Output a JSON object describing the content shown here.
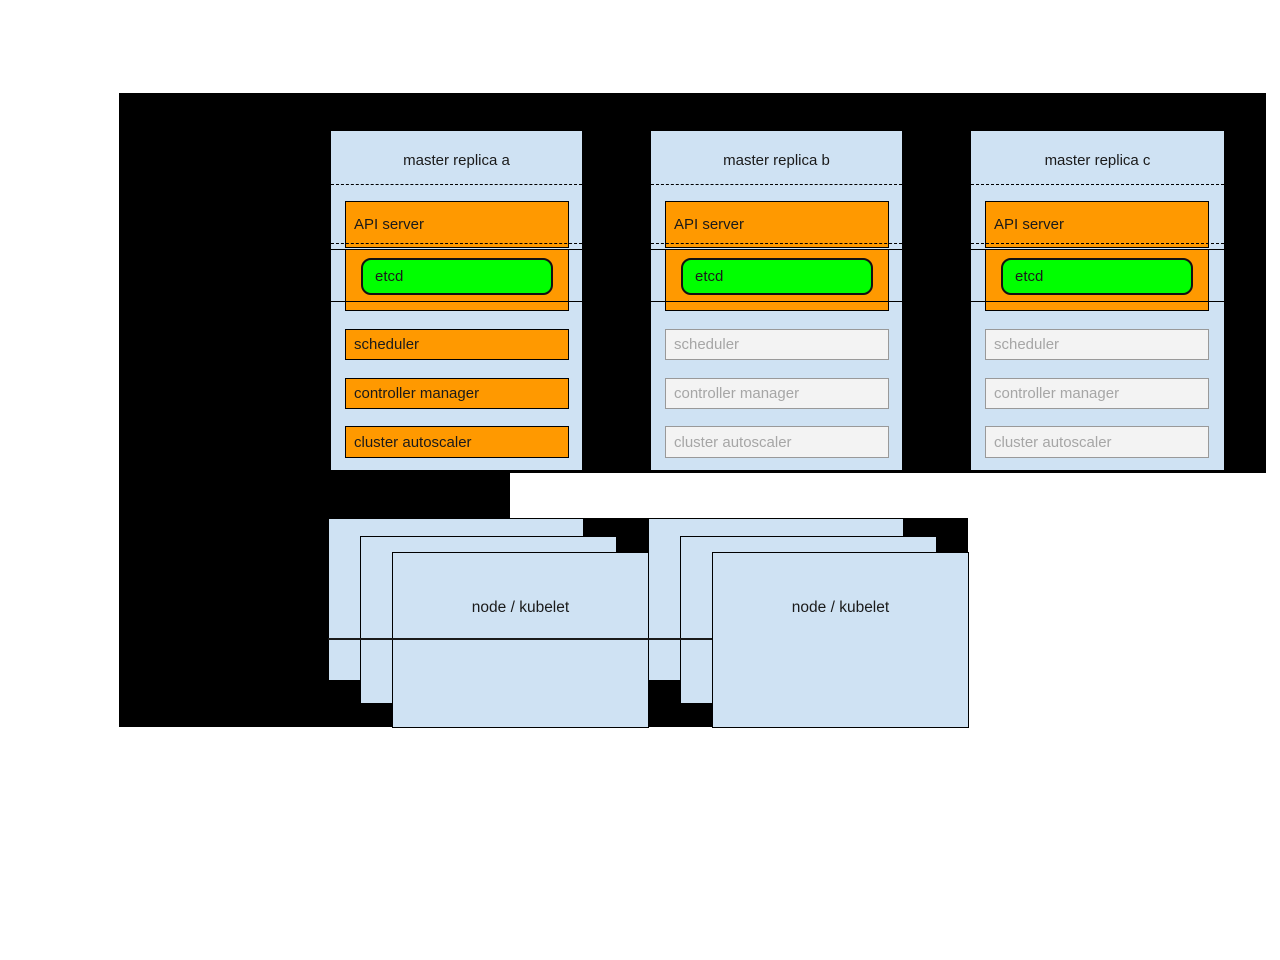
{
  "masters": [
    {
      "title": "master replica a",
      "api_server_label": "API server",
      "etcd_label": "etcd",
      "components": [
        {
          "label": "scheduler",
          "active": true
        },
        {
          "label": "controller manager",
          "active": true
        },
        {
          "label": "cluster autoscaler",
          "active": true
        }
      ]
    },
    {
      "title": "master replica b",
      "api_server_label": "API server",
      "etcd_label": "etcd",
      "components": [
        {
          "label": "scheduler",
          "active": false
        },
        {
          "label": "controller manager",
          "active": false
        },
        {
          "label": "cluster autoscaler",
          "active": false
        }
      ]
    },
    {
      "title": "master replica c",
      "api_server_label": "API server",
      "etcd_label": "etcd",
      "components": [
        {
          "label": "scheduler",
          "active": false
        },
        {
          "label": "controller manager",
          "active": false
        },
        {
          "label": "cluster autoscaler",
          "active": false
        }
      ]
    }
  ],
  "nodes": [
    {
      "label": "node / kubelet"
    },
    {
      "label": "node / kubelet"
    }
  ],
  "colors": {
    "active_component": "#ff9900",
    "inactive_component_fill": "#f3f3f3",
    "inactive_component_text": "#a6a6a6",
    "etcd_fill": "#00ff00",
    "box_fill": "#cfe2f3",
    "mask": "#000000"
  }
}
